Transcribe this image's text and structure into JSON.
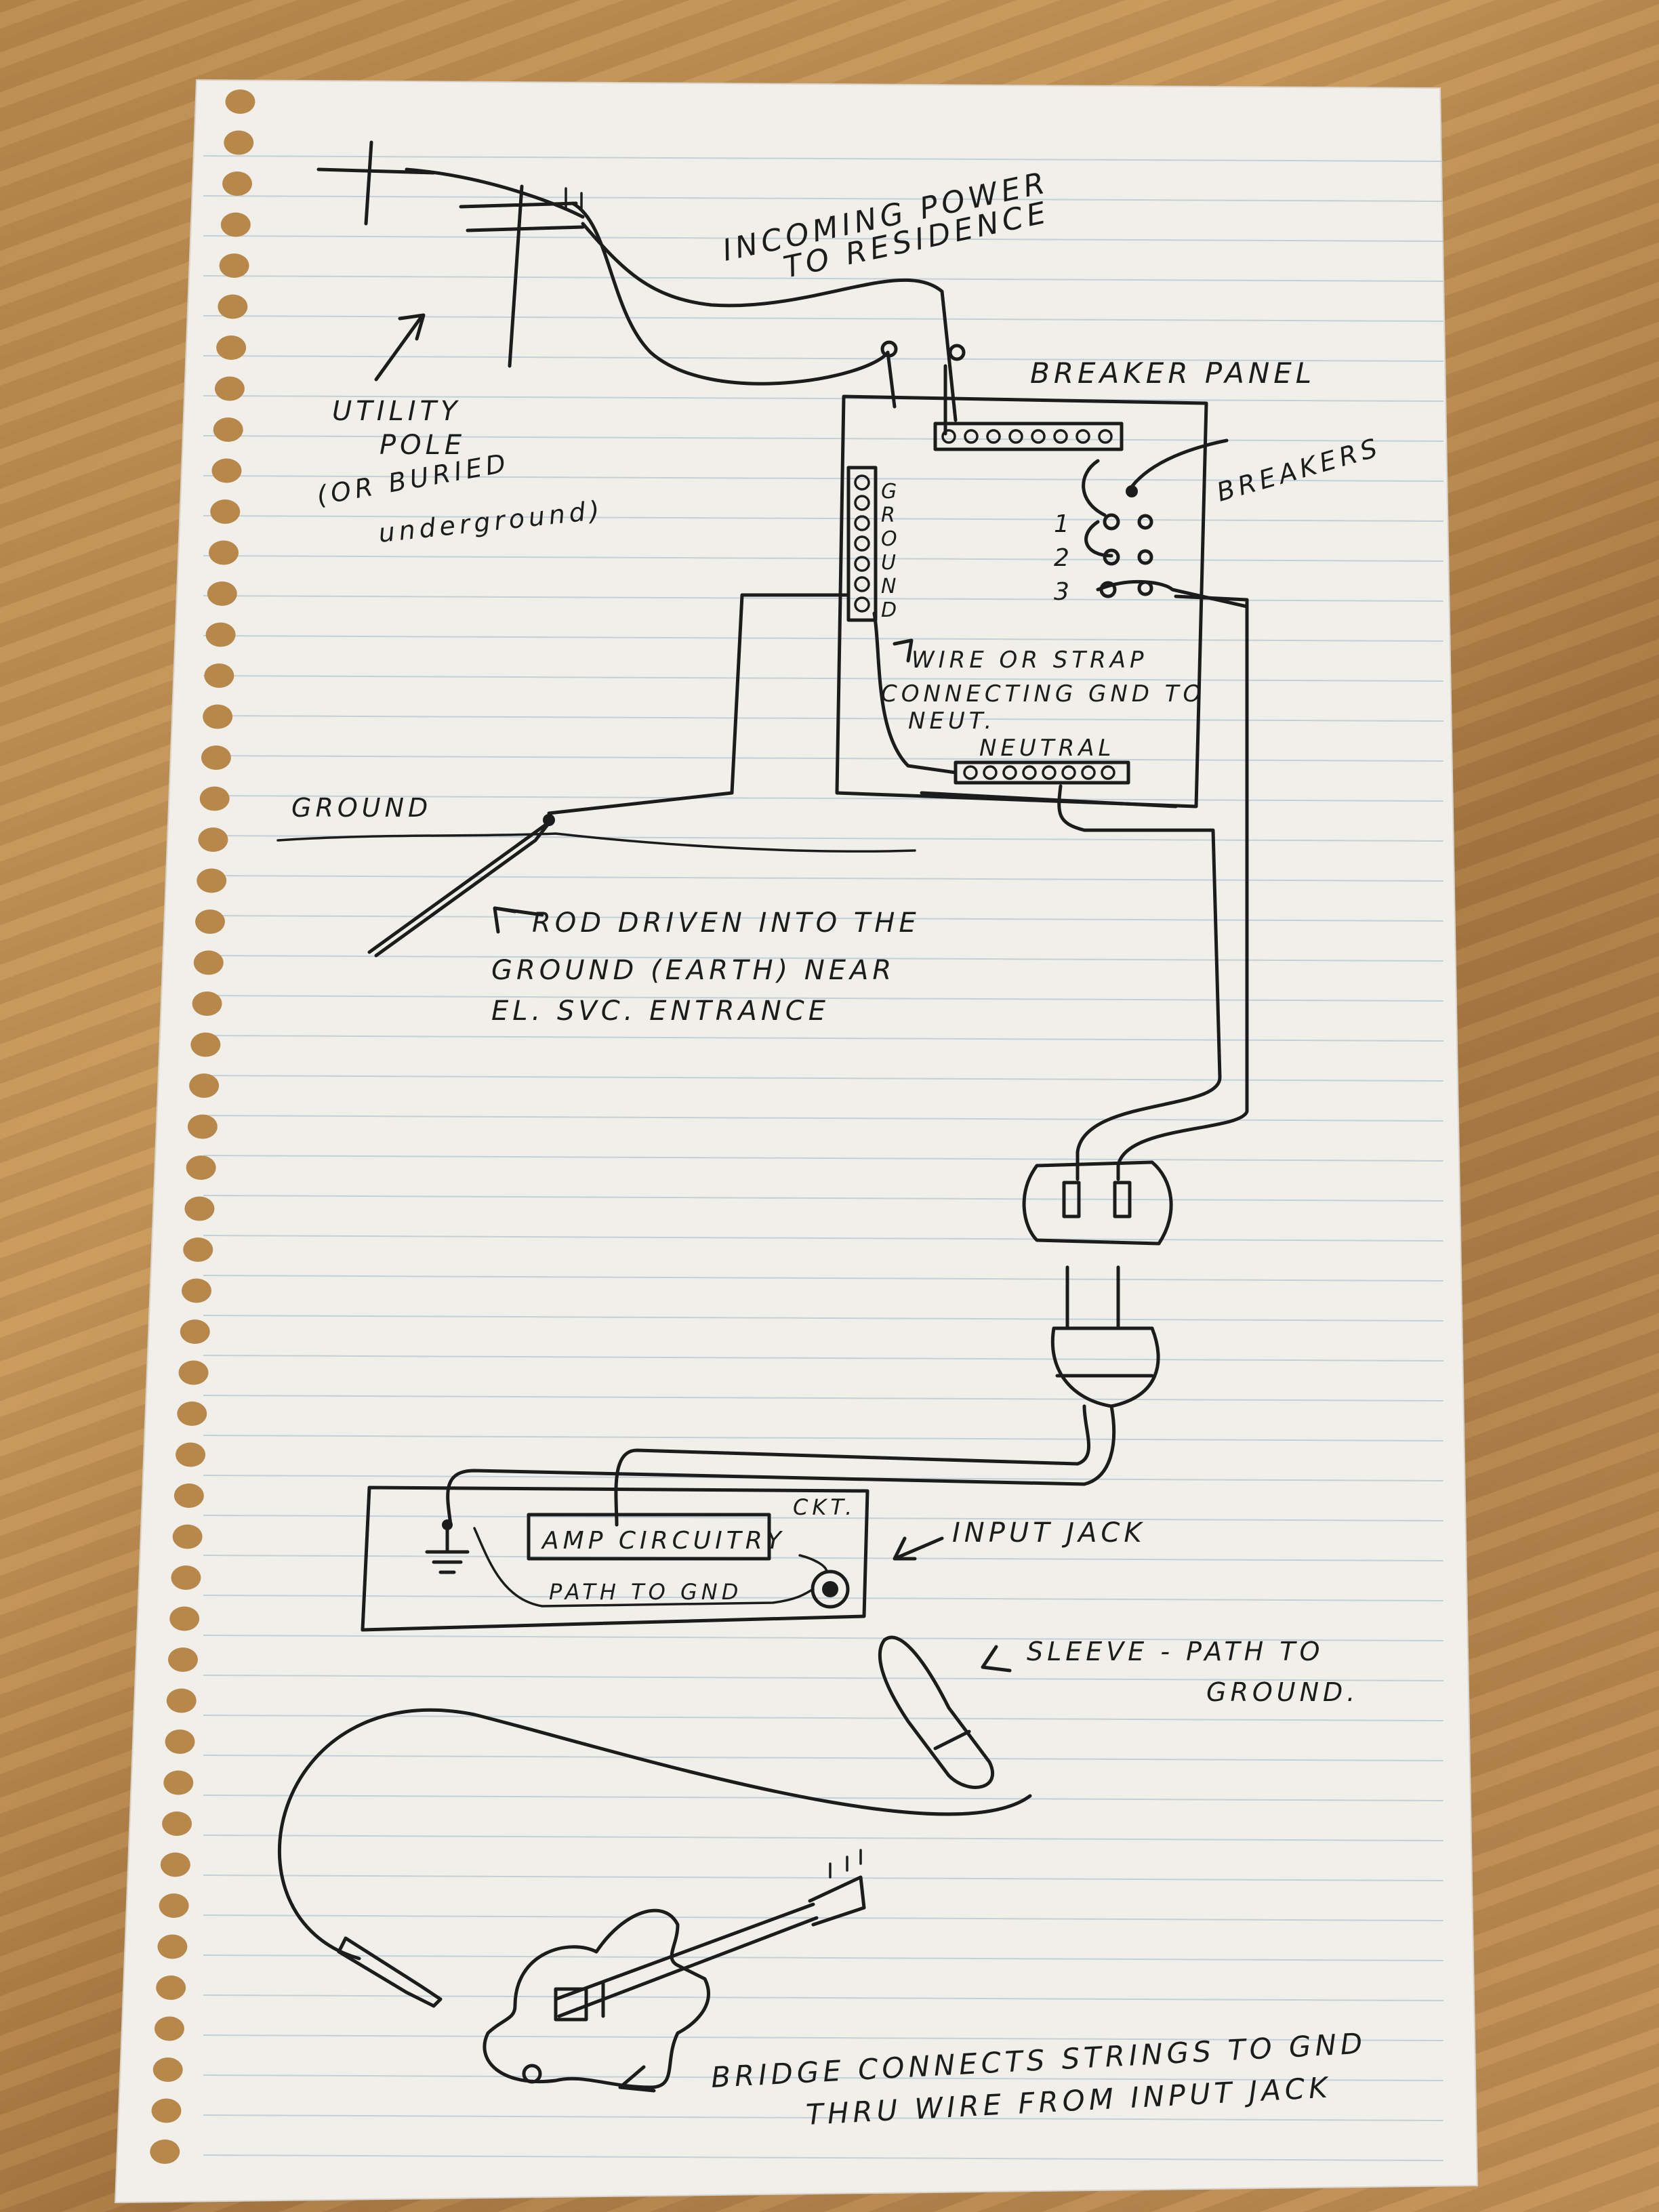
{
  "labels": {
    "incoming_1": "INCOMING POWER",
    "incoming_2": "TO RESIDENCE",
    "breaker_panel": "BREAKER PANEL",
    "breakers": "BREAKERS",
    "utility_1": "UTILITY",
    "utility_2": "POLE",
    "utility_3": "(OR BURIED",
    "utility_4": "underground)",
    "ground_bar_letters": [
      "G",
      "R",
      "O",
      "U",
      "N",
      "D"
    ],
    "breaker_nums": [
      "1",
      "2",
      "3"
    ],
    "wire_strap_1": "WIRE OR STRAP",
    "wire_strap_2": "CONNECTING GND TO",
    "wire_strap_3": "NEUT.",
    "neutral": "NEUTRAL",
    "ground": "GROUND",
    "rod_1": "ROD DRIVEN INTO THE",
    "rod_2": "GROUND (EARTH) NEAR",
    "rod_3": "EL. SVC. ENTRANCE",
    "amp_circuitry": "AMP CIRCUITRY",
    "ckt": "CKT.",
    "path_to_gnd": "PATH TO GND",
    "input_jack": "INPUT JACK",
    "sleeve_1": "SLEEVE - PATH TO",
    "sleeve_2": "GROUND.",
    "bridge_1": "BRIDGE CONNECTS STRINGS TO GND",
    "bridge_2": "THRU WIRE FROM INPUT JACK"
  }
}
